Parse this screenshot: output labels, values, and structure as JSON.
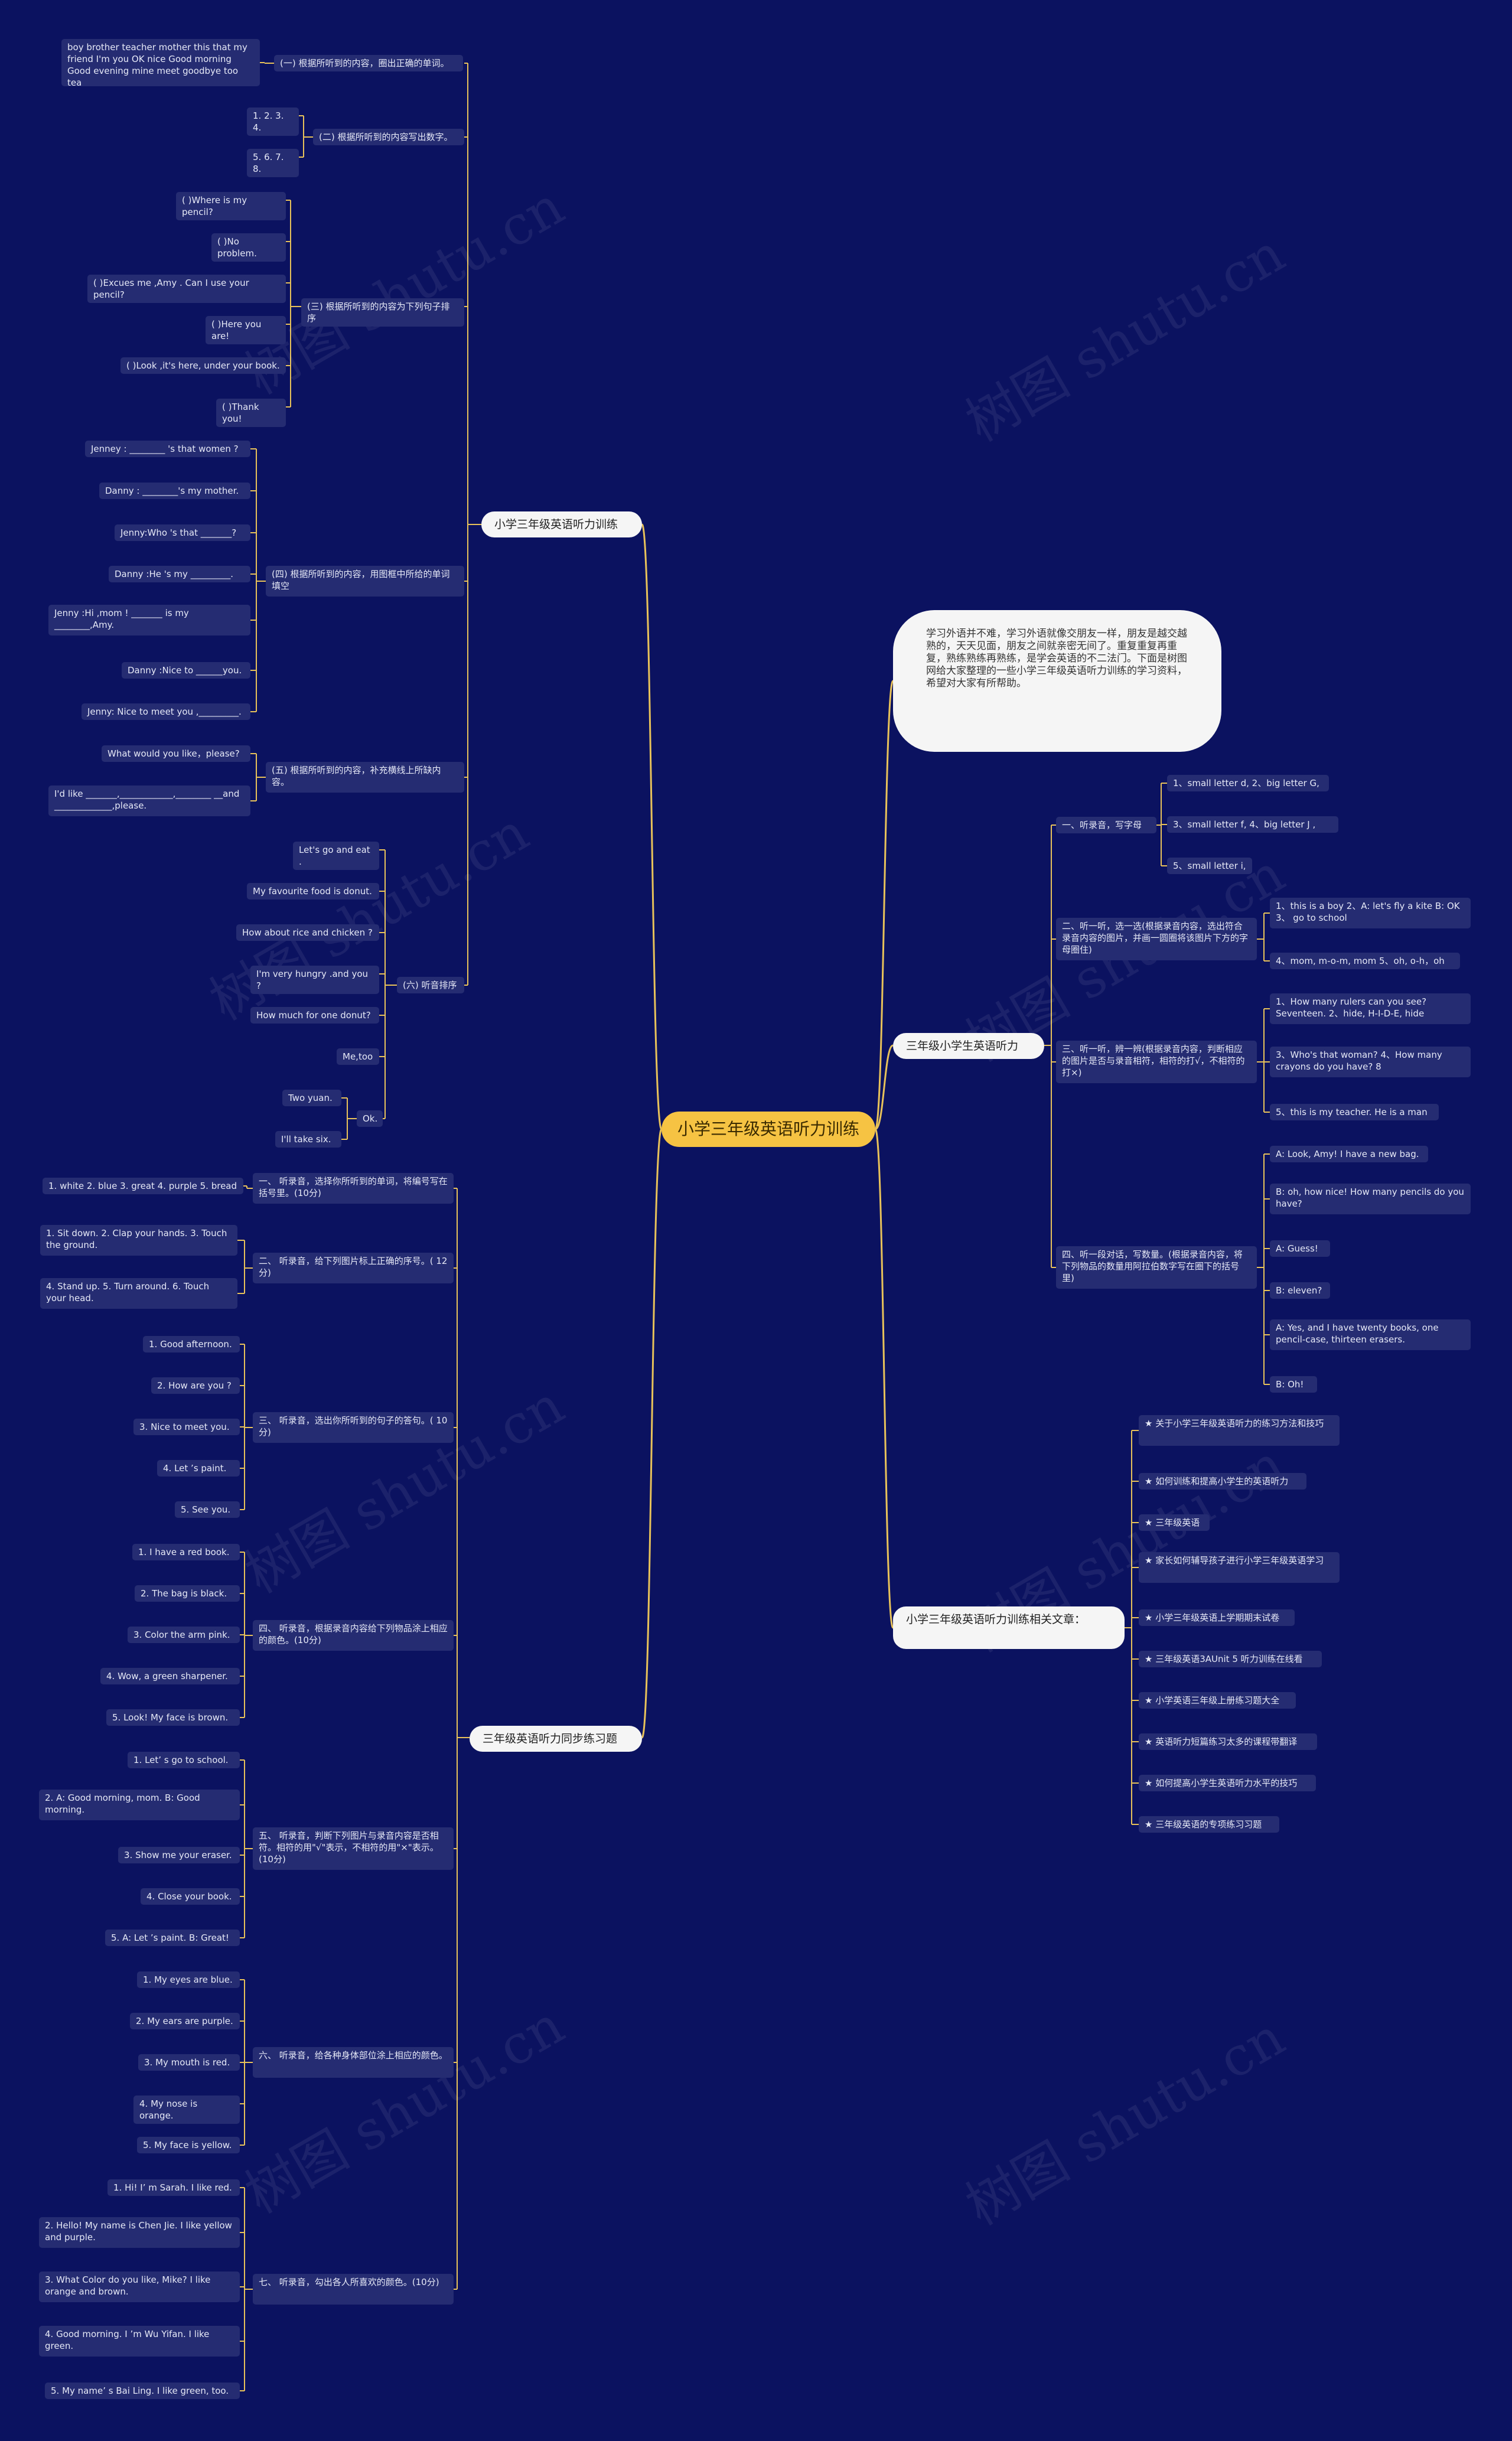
{
  "root": "小学三年级英语听力训练",
  "watermark": "树图 shutu.cn",
  "intro": "学习外语并不难，学习外语就像交朋友一样，朋友是越交越熟的，天天见面，朋友之间就亲密无间了。重复重复再重复，熟练熟练再熟练，是学会英语的不二法门。下面是树图网给大家整理的一些小学三年级英语听力训练的学习资料，希望对大家有所帮助。",
  "b1": {
    "title": "小学三年级英语听力训练",
    "s1": {
      "label": "(一) 根据所听到的内容，圈出正确的单词。",
      "items": [
        "boy brother teacher mother this that my friend I'm you OK nice Good morning Good evening mine meet goodbye too tea"
      ]
    },
    "s2": {
      "label": "(二) 根据所听到的内容写出数字。",
      "items": [
        "1. 2. 3. 4.",
        "5. 6. 7. 8."
      ]
    },
    "s3": {
      "label": "(三) 根据所听到的内容为下列句子排序",
      "items": [
        "( )Where is my pencil?",
        "( )No problem.",
        "( )Excues me ,Amy . Can I use your pencil?",
        "( )Here you are!",
        "( )Look ,it's here, under your book.",
        "( )Thank you!"
      ]
    },
    "s4": {
      "label": "(四) 根据所听到的内容，用图框中所给的单词填空",
      "items": [
        "Jenney : ________ 's that women ?",
        "Danny : ________'s my mother.",
        "Jenny:Who 's that _______?",
        "Danny :He 's my _________.",
        "Jenny :Hi ,mom ! _______ is my ________,Amy.",
        "Danny :Nice to ______you.",
        "Jenny: Nice to meet you ,_________."
      ]
    },
    "s5": {
      "label": "(五) 根据所听到的内容，补充横线上所缺内容。",
      "items": [
        "What would you like，please?",
        "I'd like _______,____________,________ __and _____________,please."
      ]
    },
    "s6": {
      "label": "(六) 听音排序",
      "items": [
        "Let's go and eat .",
        "My favourite food is donut.",
        "How about rice and chicken ?",
        "I'm very hungry .and you ?",
        "How much for one donut?",
        "Me,too"
      ],
      "ok": "Ok.",
      "ok_items": [
        "Two yuan.",
        "I'll take six."
      ]
    }
  },
  "b2": {
    "title": "三年级英语听力同步练习题",
    "s1": {
      "label": "一、 听录音，选择你所听到的单词，将编号写在括号里。(10分)",
      "items": [
        "1. white 2. blue 3. great 4. purple 5. bread"
      ]
    },
    "s2": {
      "label": "二、 听录音，给下列图片标上正确的序号。( 12分)",
      "items": [
        "1. Sit down. 2. Clap your hands. 3. Touch the ground.",
        "4. Stand up. 5. Turn around. 6. Touch your head."
      ]
    },
    "s3": {
      "label": "三、 听录音，选出你所听到的句子的答句。( 10分)",
      "items": [
        "1. Good afternoon.",
        "2. How are you ?",
        "3. Nice to meet you.",
        "4. Let ’s paint.",
        "5. See you."
      ]
    },
    "s4": {
      "label": "四、 听录音，根据录音内容给下列物品涂上相应的颜色。(10分)",
      "items": [
        "1. I have a red book.",
        "2. The bag is black.",
        "3. Color the arm pink.",
        "4. Wow, a green sharpener.",
        "5. Look! My face is brown."
      ]
    },
    "s5": {
      "label": "五、 听录音，判断下列图片与录音内容是否相符。相符的用\"√\"表示，不相符的用\"×\"表示。(10分)",
      "items": [
        "1. Let’ s go to school.",
        "2. A: Good morning, mom. B: Good morning.",
        "3. Show me your eraser.",
        "4. Close your book.",
        "5. A: Let ’s paint. B: Great!"
      ]
    },
    "s6": {
      "label": "六、 听录音，给各种身体部位涂上相应的颜色。",
      "items": [
        "1. My eyes are blue.",
        "2. My ears are purple.",
        "3. My mouth is red.",
        "4. My nose is orange.",
        "5. My face is yellow."
      ]
    },
    "s7": {
      "label": "七、 听录音，勾出各人所喜欢的颜色。(10分)",
      "items": [
        "1. Hi! I’ m Sarah. I like red.",
        "2. Hello! My name is Chen Jie. I like yellow and purple.",
        "3. What Color do you like, Mike? I like orange and brown.",
        "4. Good morning. I ’m Wu Yifan. I like green.",
        "5. My name’ s Bai Ling. I like green, too."
      ]
    }
  },
  "b3": {
    "title": "三年级小学生英语听力",
    "s1": {
      "label": "一、听录音，写字母",
      "items": [
        "1、small letter d, 2、big letter G,",
        "3、small letter f, 4、big letter J ,",
        "5、small letter i,"
      ]
    },
    "s2": {
      "label": "二、听一听，选一选(根据录音内容，选出符合录音内容的图片，并画一圆圈将该图片下方的字母圈住)",
      "items": [
        "1、this is a boy 2、A: let's fly a kite B: OK 3、 go to school",
        "4、mom, m-o-m, mom 5、oh, o-h，oh"
      ]
    },
    "s3": {
      "label": "三、听一听，辨一辨(根据录音内容，判断相应的图片是否与录音相符，相符的打√，不相符的打×)",
      "items": [
        "1、How many rulers can you see? Seventeen. 2、hide, H-I-D-E, hide",
        "3、Who's that woman? 4、How many crayons do you have? 8",
        "5、this is my teacher. He is a man"
      ]
    },
    "s4": {
      "label": "四、听一段对话，写数量。(根据录音内容，将下列物品的数量用阿拉伯数字写在圈下的括号里)",
      "items": [
        "A: Look, Amy! I have a new bag.",
        "B: oh, how nice! How many pencils do you have?",
        "A: Guess!",
        "B: eleven?",
        "A: Yes, and I have twenty books, one pencil-case, thirteen erasers.",
        "B: Oh!"
      ]
    }
  },
  "b4": {
    "title": "小学三年级英语听力训练相关文章：",
    "items": [
      "★ 关于小学三年级英语听力的练习方法和技巧",
      "★ 如何训练和提高小学生的英语听力",
      "★ 三年级英语",
      "★ 家长如何辅导孩子进行小学三年级英语学习",
      "★ 小学三年级英语上学期期末试卷",
      "★ 三年级英语3AUnit 5 听力训练在线看",
      "★ 小学英语三年级上册练习题大全",
      "★ 英语听力短篇练习太多的课程带翻译",
      "★ 如何提高小学生英语听力水平的技巧",
      "★ 三年级英语的专项练习习题"
    ]
  },
  "colors": {
    "bg": "#0b1260",
    "node": "#252c72",
    "line": "#e8c25a",
    "root": "#f6c343"
  }
}
